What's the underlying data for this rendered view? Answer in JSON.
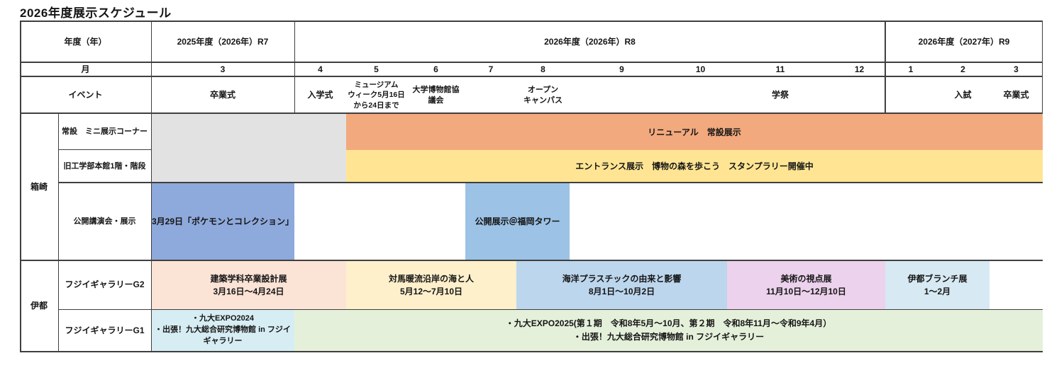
{
  "title": "2026年度展示スケジュール",
  "header": {
    "year_row_label": "年度（年）",
    "month_row_label": "月",
    "event_row_label": "イベント",
    "fiscal_years": [
      "2025年度（2026年）R7",
      "2026年度（2026年）R8",
      "2026年度（2027年）R9"
    ],
    "months": [
      "3",
      "4",
      "5",
      "6",
      "7",
      "8",
      "9",
      "10",
      "11",
      "12",
      "1",
      "2",
      "3"
    ],
    "events": {
      "graduation1": "卒業式",
      "entrance_ceremony": "入学式",
      "museum_week": "ミュージアム\nウィーク5月16日\nから24日まで",
      "museum_council": "大学博物館協\n議会",
      "open_campus": "オープン\nキャンパス",
      "school_festival": "学祭",
      "entrance_exam": "入試",
      "graduation2": "卒業式"
    }
  },
  "groups": {
    "hakozaki": "箱崎",
    "ito": "伊都"
  },
  "row_labels": {
    "permanent": "常設　ミニ展示コーナー",
    "old_building": "旧工学部本館1階・階段",
    "public_lecture": "公開講演会・展示",
    "gallery_g2": "フジイギャラリーG2",
    "gallery_g1": "フジイギャラリーG1"
  },
  "blocks": {
    "renewal": {
      "label": "リニューアル　常設展示"
    },
    "entrance_exhibit": {
      "label": "エントランス展示　博物の森を歩こう　スタンプラリー開催中"
    },
    "pokemon": {
      "label": "3月29日「ポケモンとコレクション」"
    },
    "tower": {
      "label": "公開展示＠福岡タワー"
    },
    "kenchiku": {
      "title": "建築学科卒業設計展",
      "dates": "3月16日～4月24日"
    },
    "tsushima": {
      "title": "対馬暖流沿岸の海と人",
      "dates": "5月12～7月10日"
    },
    "kaiyo": {
      "title": "海洋プラスチックの由来と影響",
      "dates": "8月1日～10月2日"
    },
    "bijutsu": {
      "title": "美術の視点展",
      "dates": "11月10日～12月10日"
    },
    "ito_branch": {
      "title": "伊都ブランチ展",
      "dates": "1～2月"
    },
    "expo2024": {
      "line1": "・九大EXPO2024",
      "line2": "・出張！九大総合研究博物館 in フジイギャラリー"
    },
    "expo2025": {
      "line1": "・九大EXPO2025(第１期　令和8年5月～10月、第２期　令和8年11月～令和9年4月）",
      "line2": "・出張！九大総合研究博物館 in フジイギャラリー"
    }
  },
  "colors": {
    "renewal_orange": "#F2A97E",
    "entrance_yellow": "#FFE593",
    "prep_gray": "#E2E2E2",
    "pokemon_blue": "#8EA9DB",
    "tower_blue": "#9CC2E5",
    "kenchiku_pink": "#FBE3D6",
    "tsushima_cream": "#FEF0CB",
    "kaiyo_blue": "#BCD6ED",
    "bijutsu_purple": "#ECD2EC",
    "branch_lightblue": "#D7E9F2",
    "expo2024_cyan": "#D6EDF3",
    "expo2025_green": "#E5F0DB",
    "grid_line": "#3f3f3f"
  },
  "schedule_entries": [
    {
      "venue": "箱崎",
      "row": "常設　ミニ展示コーナー・旧工学部本館1階・階段",
      "label": "",
      "start": "2026-03",
      "end": "2026-04",
      "color": "#E2E2E2"
    },
    {
      "venue": "箱崎",
      "row": "常設　ミニ展示コーナー",
      "label": "リニューアル　常設展示",
      "start": "2026-05",
      "end": "2027-03",
      "color": "#F2A97E"
    },
    {
      "venue": "箱崎",
      "row": "旧工学部本館1階・階段",
      "label": "エントランス展示　博物の森を歩こう　スタンプラリー開催中",
      "start": "2026-05",
      "end": "2027-03",
      "color": "#FFE593"
    },
    {
      "venue": "箱崎",
      "row": "公開講演会・展示",
      "label": "3月29日「ポケモンとコレクション」",
      "start": "2026-03",
      "end": "2026-03",
      "color": "#8EA9DB"
    },
    {
      "venue": "箱崎",
      "row": "公開講演会・展示",
      "label": "公開展示＠福岡タワー",
      "start": "2026-07",
      "end": "2026-08",
      "color": "#9CC2E5"
    },
    {
      "venue": "伊都",
      "row": "フジイギャラリーG2",
      "label": "建築学科卒業設計展 3月16日～4月24日",
      "start": "2026-03",
      "end": "2026-04",
      "color": "#FBE3D6"
    },
    {
      "venue": "伊都",
      "row": "フジイギャラリーG2",
      "label": "対馬暖流沿岸の海と人 5月12～7月10日",
      "start": "2026-05",
      "end": "2026-07",
      "color": "#FEF0CB"
    },
    {
      "venue": "伊都",
      "row": "フジイギャラリーG2",
      "label": "海洋プラスチックの由来と影響 8月1日～10月2日",
      "start": "2026-08",
      "end": "2026-10",
      "color": "#BCD6ED"
    },
    {
      "venue": "伊都",
      "row": "フジイギャラリーG2",
      "label": "美術の視点展 11月10日～12月10日",
      "start": "2026-11",
      "end": "2026-12",
      "color": "#ECD2EC"
    },
    {
      "venue": "伊都",
      "row": "フジイギャラリーG2",
      "label": "伊都ブランチ展 1～2月",
      "start": "2027-01",
      "end": "2027-02",
      "color": "#D7E9F2"
    },
    {
      "venue": "伊都",
      "row": "フジイギャラリーG1",
      "label": "・九大EXPO2024 ・出張！九大総合研究博物館 in フジイギャラリー",
      "start": "2026-03",
      "end": "2026-03",
      "color": "#D6EDF3"
    },
    {
      "venue": "伊都",
      "row": "フジイギャラリーG1",
      "label": "・九大EXPO2025(第１期　令和8年5月～10月、第２期　令和8年11月～令和9年4月）・出張！九大総合研究博物館 in フジイギャラリー",
      "start": "2026-04",
      "end": "2027-03",
      "color": "#E5F0DB"
    }
  ]
}
